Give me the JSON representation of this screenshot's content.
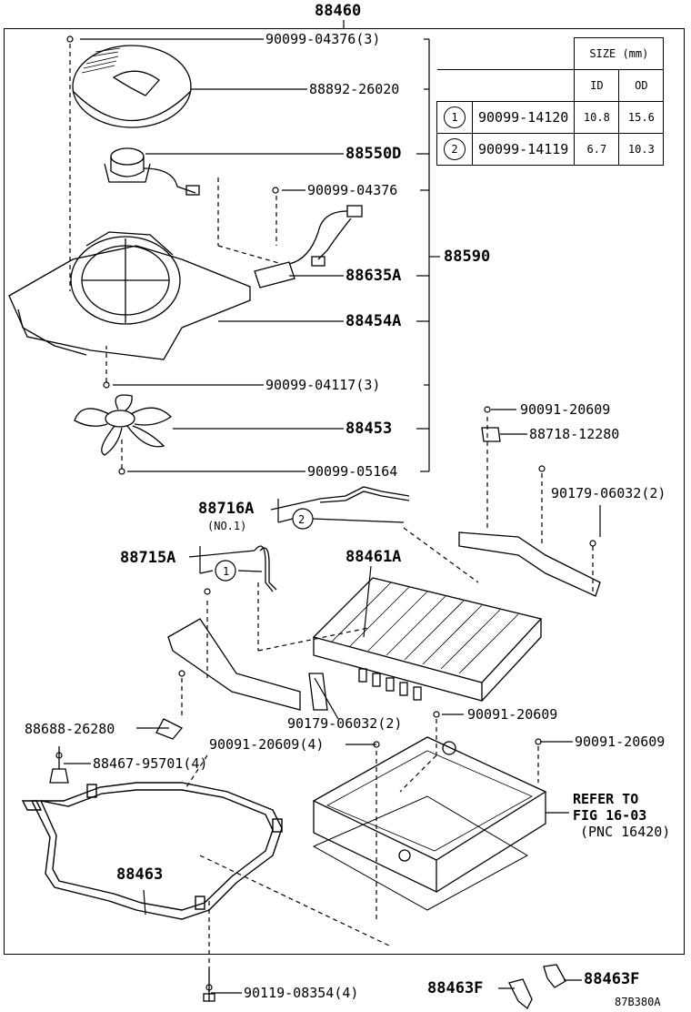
{
  "top_assembly": "88460",
  "sub_assembly": "88590",
  "labels": {
    "l1": "90099-04376(3)",
    "l2": "88892-26020",
    "l3": "88550D",
    "l4": "90099-04376",
    "l5": "88635A",
    "l6": "88454A",
    "l7": "90099-04117(3)",
    "l8": "88453",
    "l9": "90099-05164",
    "l10": "90091-20609",
    "l11": "88718-12280",
    "l12": "90179-06032(2)",
    "l13": "88716A",
    "l13b": "(NO.1)",
    "l14": "88715A",
    "l15": "88461A",
    "l16": "90091-20609",
    "l17": "88688-26280",
    "l18": "90179-06032(2)",
    "l19": "90091-20609(4)",
    "l20": "90091-20609",
    "l21": "88467-95701(4)",
    "l22": "88463",
    "l23": "90119-08354(4)",
    "l24": "88463F",
    "l25": "88463F",
    "fig_code": "87B380A",
    "callout_1": "1",
    "callout_2": "2"
  },
  "refer": {
    "line1": "REFER TO",
    "line2": "FIG 16-03",
    "line3": "(PNC 16420)"
  },
  "size_table": {
    "title": "SIZE (mm)",
    "col_id": "ID",
    "col_od": "OD",
    "rows": [
      {
        "mark": "1",
        "part": "90099-14120",
        "id": "10.8",
        "od": "15.6"
      },
      {
        "mark": "2",
        "part": "90099-14119",
        "id": "6.7",
        "od": "10.3"
      }
    ]
  }
}
